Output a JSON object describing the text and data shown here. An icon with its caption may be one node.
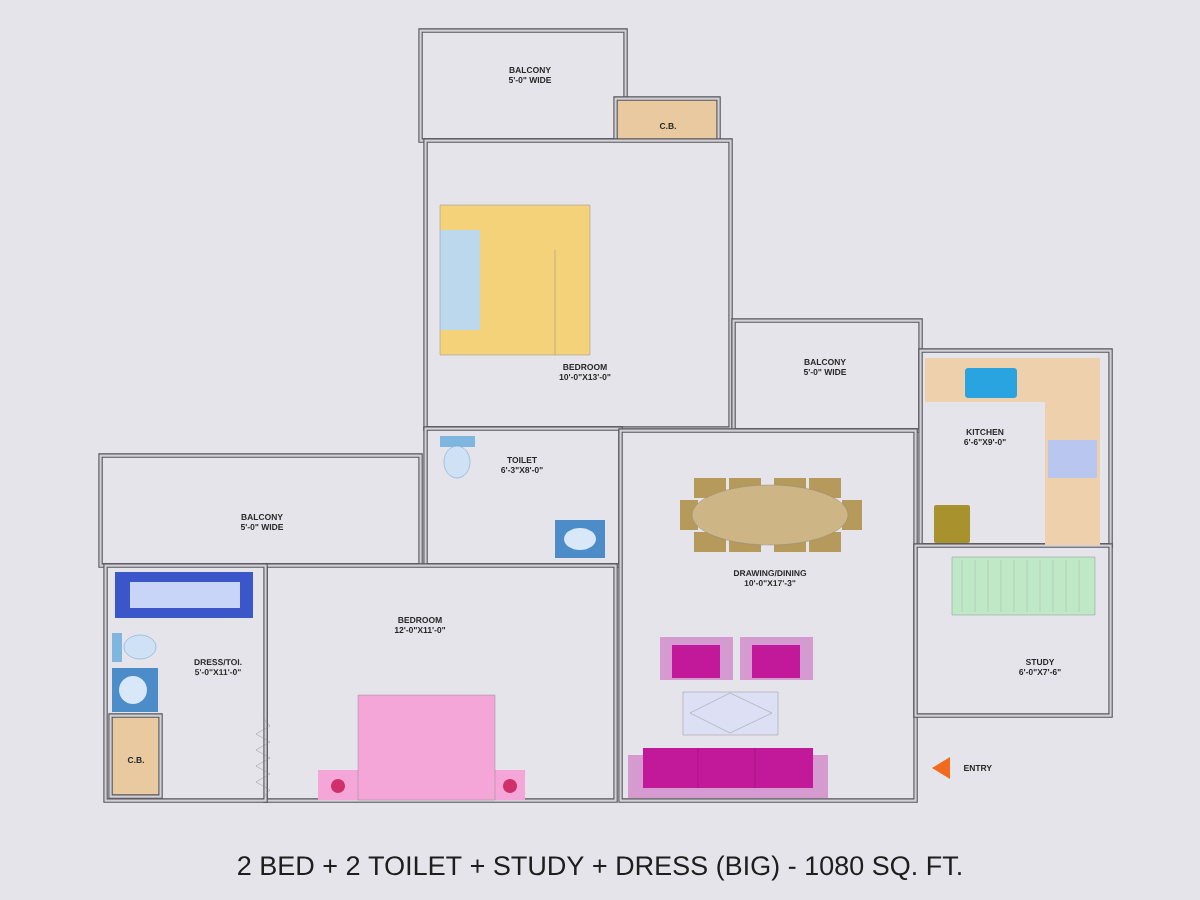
{
  "diagram": {
    "caption": "2 BED + 2 TOILET + STUDY + DRESS (BIG)  -  1080 SQ. FT.",
    "nodes": [
      {
        "text": [
          "BALCONY",
          "5'-0\" WIDE"
        ]
      },
      {
        "text": [
          "C.B."
        ]
      },
      {
        "text": [
          "BEDROOM",
          "10'-0\"X13'-0\""
        ]
      },
      {
        "text": [
          "BALCONY",
          "5'-0\" WIDE"
        ]
      },
      {
        "text": [
          "KITCHEN",
          "6'-6\"X9'-0\""
        ]
      },
      {
        "text": [
          "TOILET",
          "6'-3\"X8'-0\""
        ]
      },
      {
        "text": [
          "BALCONY",
          "5'-0\" WIDE"
        ]
      },
      {
        "text": [
          "DRAWING/DINING",
          "10'-0\"X17'-3\""
        ]
      },
      {
        "text": [
          "BEDROOM",
          "12'-0\"X11'-0\""
        ]
      },
      {
        "text": [
          "DRESS/TOI.",
          "5'-0\"X11'-0\""
        ]
      },
      {
        "text": [
          "C.B."
        ],
        "in": 9
      },
      {
        "text": [
          "STUDY",
          "6'-0\"X7'-6\""
        ]
      }
    ],
    "labels": [
      "ENTRY"
    ]
  }
}
